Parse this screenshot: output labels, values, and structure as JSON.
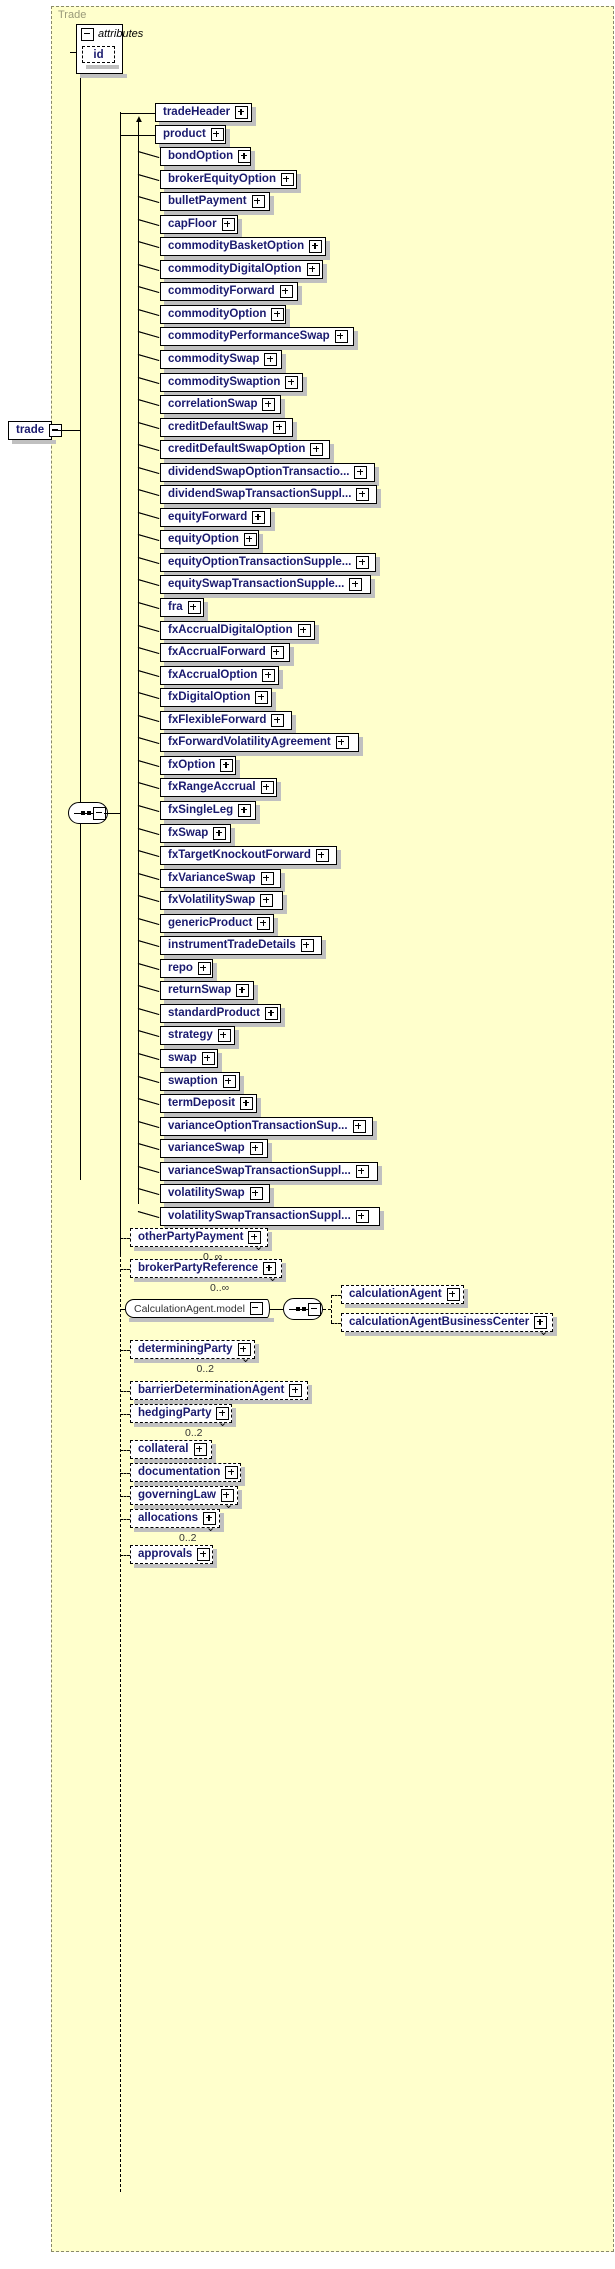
{
  "diagram": {
    "title": "Trade",
    "root": {
      "label": "trade",
      "toggle": "minus"
    },
    "attributes": {
      "header": "attributes",
      "items": [
        {
          "label": "id"
        }
      ]
    },
    "sequence_icon": "sequence-compositor-icon",
    "children": [
      {
        "label": "tradeHeader",
        "toggle": "plus",
        "optional": false
      },
      {
        "label": "product",
        "toggle": "plus",
        "optional": false,
        "substitution": true
      }
    ],
    "product_substitutions": [
      {
        "label": "bondOption",
        "toggle": "plus"
      },
      {
        "label": "brokerEquityOption",
        "toggle": "plus"
      },
      {
        "label": "bulletPayment",
        "toggle": "plus"
      },
      {
        "label": "capFloor",
        "toggle": "plus"
      },
      {
        "label": "commodityBasketOption",
        "toggle": "plus"
      },
      {
        "label": "commodityDigitalOption",
        "toggle": "plus"
      },
      {
        "label": "commodityForward",
        "toggle": "plus"
      },
      {
        "label": "commodityOption",
        "toggle": "plus"
      },
      {
        "label": "commodityPerformanceSwap",
        "toggle": "plus"
      },
      {
        "label": "commoditySwap",
        "toggle": "plus"
      },
      {
        "label": "commoditySwaption",
        "toggle": "plus"
      },
      {
        "label": "correlationSwap",
        "toggle": "plus"
      },
      {
        "label": "creditDefaultSwap",
        "toggle": "plus"
      },
      {
        "label": "creditDefaultSwapOption",
        "toggle": "plus"
      },
      {
        "label": "dividendSwapOptionTransactio...",
        "toggle": "plus"
      },
      {
        "label": "dividendSwapTransactionSuppl...",
        "toggle": "plus"
      },
      {
        "label": "equityForward",
        "toggle": "plus"
      },
      {
        "label": "equityOption",
        "toggle": "plus"
      },
      {
        "label": "equityOptionTransactionSupple...",
        "toggle": "plus"
      },
      {
        "label": "equitySwapTransactionSupple...",
        "toggle": "plus"
      },
      {
        "label": "fra",
        "toggle": "plus"
      },
      {
        "label": "fxAccrualDigitalOption",
        "toggle": "plus"
      },
      {
        "label": "fxAccrualForward",
        "toggle": "plus"
      },
      {
        "label": "fxAccrualOption",
        "toggle": "plus"
      },
      {
        "label": "fxDigitalOption",
        "toggle": "plus"
      },
      {
        "label": "fxFlexibleForward",
        "toggle": "plus"
      },
      {
        "label": "fxForwardVolatilityAgreement",
        "toggle": "plus"
      },
      {
        "label": "fxOption",
        "toggle": "plus"
      },
      {
        "label": "fxRangeAccrual",
        "toggle": "plus"
      },
      {
        "label": "fxSingleLeg",
        "toggle": "plus"
      },
      {
        "label": "fxSwap",
        "toggle": "plus"
      },
      {
        "label": "fxTargetKnockoutForward",
        "toggle": "plus"
      },
      {
        "label": "fxVarianceSwap",
        "toggle": "plus"
      },
      {
        "label": "fxVolatilitySwap",
        "toggle": "plus"
      },
      {
        "label": "genericProduct",
        "toggle": "plus"
      },
      {
        "label": "instrumentTradeDetails",
        "toggle": "plus"
      },
      {
        "label": "repo",
        "toggle": "plus"
      },
      {
        "label": "returnSwap",
        "toggle": "plus"
      },
      {
        "label": "standardProduct",
        "toggle": "plus"
      },
      {
        "label": "strategy",
        "toggle": "plus"
      },
      {
        "label": "swap",
        "toggle": "plus"
      },
      {
        "label": "swaption",
        "toggle": "plus"
      },
      {
        "label": "termDeposit",
        "toggle": "plus"
      },
      {
        "label": "varianceOptionTransactionSup...",
        "toggle": "plus"
      },
      {
        "label": "varianceSwap",
        "toggle": "plus"
      },
      {
        "label": "varianceSwapTransactionSuppl...",
        "toggle": "plus"
      },
      {
        "label": "volatilitySwap",
        "toggle": "plus"
      },
      {
        "label": "volatilitySwapTransactionSuppl...",
        "toggle": "plus"
      }
    ],
    "tail_children": [
      {
        "label": "otherPartyPayment",
        "toggle": "plus",
        "optional": true,
        "cardinality": "0..∞",
        "repeating": true
      },
      {
        "label": "brokerPartyReference",
        "toggle": "plus",
        "optional": true,
        "cardinality": "0..∞",
        "repeating": true
      }
    ],
    "calculation_agent_model": {
      "label": "CalculationAgent.model",
      "toggle": "minus",
      "sequence_icon": "sequence-compositor-icon",
      "children": [
        {
          "label": "calculationAgent",
          "toggle": "plus",
          "optional": true
        },
        {
          "label": "calculationAgentBusinessCenter",
          "toggle": "plus",
          "optional": true,
          "repeating": true
        }
      ]
    },
    "tail_children_2": [
      {
        "label": "determiningParty",
        "toggle": "plus",
        "optional": true,
        "cardinality": "0..2",
        "repeating": true
      },
      {
        "label": "barrierDeterminationAgent",
        "toggle": "plus",
        "optional": true,
        "cardinality": "",
        "repeating": false
      },
      {
        "label": "hedgingParty",
        "toggle": "plus",
        "optional": true,
        "cardinality": "0..2",
        "repeating": true
      },
      {
        "label": "collateral",
        "toggle": "plus",
        "optional": true,
        "cardinality": "",
        "repeating": false
      },
      {
        "label": "documentation",
        "toggle": "plus",
        "optional": true,
        "cardinality": "",
        "repeating": false
      },
      {
        "label": "governingLaw",
        "toggle": "plus",
        "optional": true,
        "cardinality": "",
        "repeating": true
      },
      {
        "label": "allocations",
        "toggle": "plus",
        "optional": true,
        "cardinality": "0..2",
        "repeating": true
      },
      {
        "label": "approvals",
        "toggle": "plus",
        "optional": true,
        "cardinality": "",
        "repeating": false
      }
    ],
    "colors": {
      "group_fill": "#ffffcc",
      "group_border": "#8a8a6a",
      "node_text": "#1a1a6e",
      "shadow": "#c0c0c0"
    }
  }
}
